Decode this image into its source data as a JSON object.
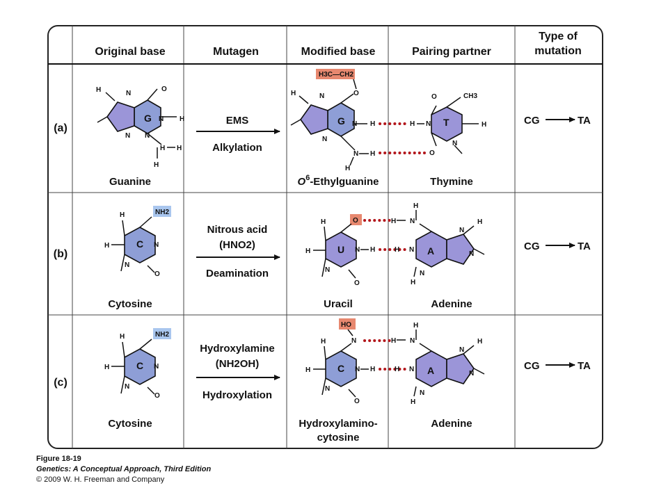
{
  "headers": {
    "original": "Original base",
    "mutagen": "Mutagen",
    "modified": "Modified base",
    "partner": "Pairing partner",
    "type_line1": "Type of",
    "type_line2": "mutation"
  },
  "rows": [
    {
      "label": "(a)",
      "original_name": "Guanine",
      "original_letter": "G",
      "mutagen_top": "EMS",
      "mutagen_bottom": "Alkylation",
      "modified_name_sup": "6",
      "modified_name_pre": "O",
      "modified_name_post": "-Ethylguanine",
      "modified_letter": "G",
      "modified_tag": "H3C—CH2",
      "partner_name": "Thymine",
      "partner_letter": "T",
      "mut_from": "CG",
      "mut_to": "TA"
    },
    {
      "label": "(b)",
      "original_name": "Cytosine",
      "original_letter": "C",
      "original_tag": "NH2",
      "mutagen_line1": "Nitrous acid",
      "mutagen_line2": "(HNO2)",
      "mutagen_bottom": "Deamination",
      "modified_name": "Uracil",
      "modified_letter": "U",
      "modified_tag": "O",
      "partner_name": "Adenine",
      "partner_letter": "A",
      "mut_from": "CG",
      "mut_to": "TA"
    },
    {
      "label": "(c)",
      "original_name": "Cytosine",
      "original_letter": "C",
      "original_tag": "NH2",
      "mutagen_line1": "Hydroxylamine",
      "mutagen_line2": "(NH2OH)",
      "mutagen_bottom": "Hydroxylation",
      "modified_name_line1": "Hydroxylamino-",
      "modified_name_line2": "cytosine",
      "modified_letter": "C",
      "modified_tag": "HO",
      "partner_name": "Adenine",
      "partner_letter": "A",
      "mut_from": "CG",
      "mut_to": "TA"
    }
  ],
  "caption": {
    "figure": "Figure 18-19",
    "book": "Genetics: A Conceptual Approach, Third Edition",
    "copyright": "© 2009 W. H. Freeman and Company"
  },
  "atoms": {
    "H": "H",
    "N": "N",
    "O": "O",
    "CH3": "CH3"
  },
  "colors": {
    "border": "#222222",
    "grid": "#444444",
    "header_rule": "#111111",
    "pyrimidine_fill": "#8e9ed6",
    "purine_fill": "#9b95d8",
    "tag_orange": "#e7886f",
    "tag_blue": "#a9c6ee",
    "hbond": "#b3171c"
  }
}
